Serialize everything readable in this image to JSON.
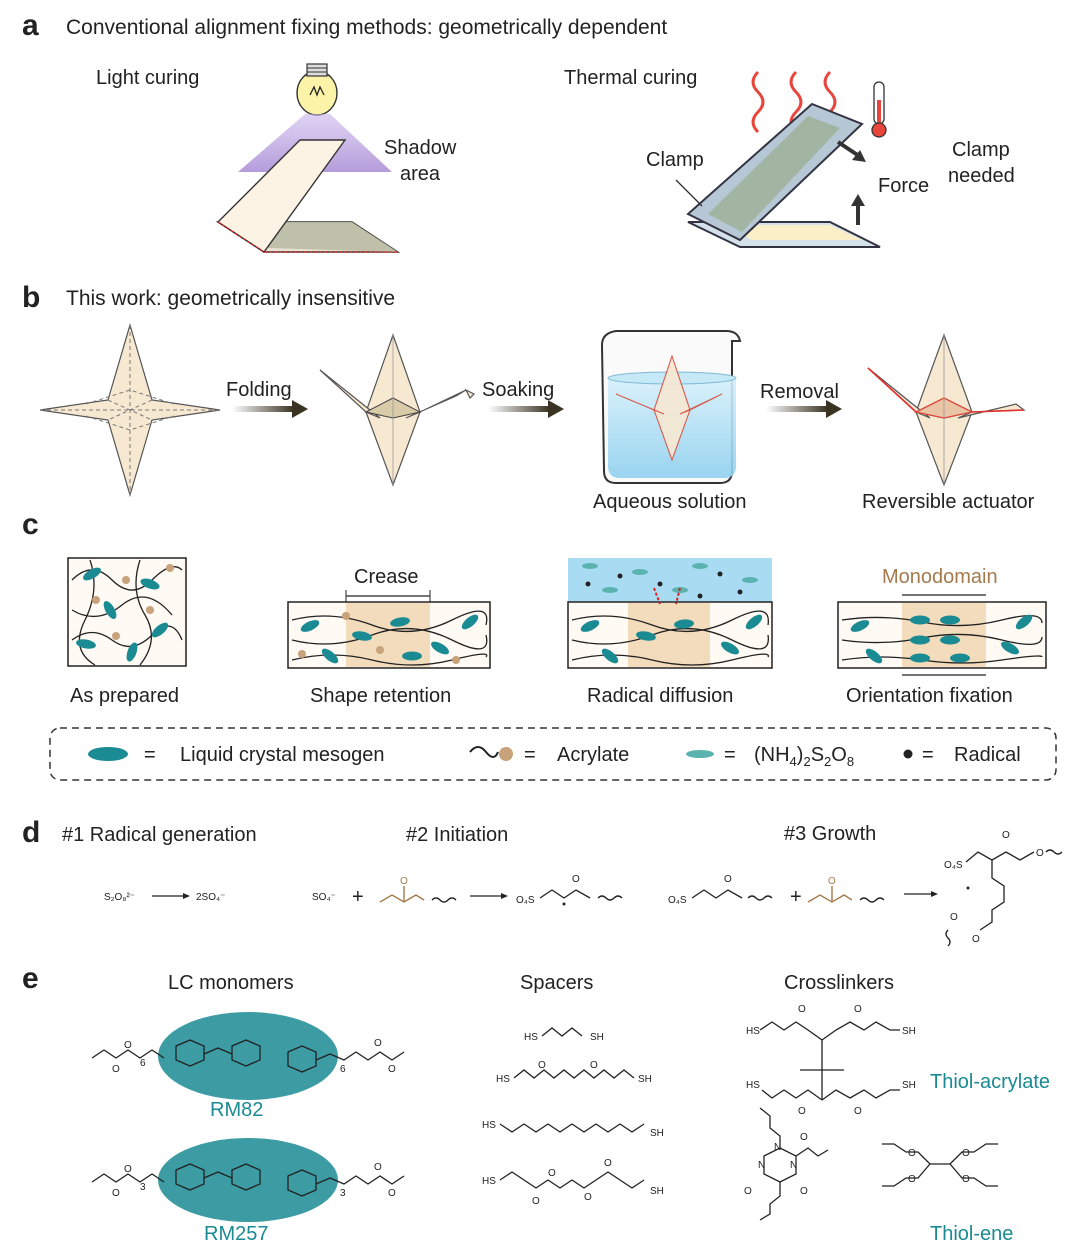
{
  "panels": {
    "a": {
      "letter": "a",
      "title": "Conventional alignment fixing methods: geometrically dependent",
      "light_curing": "Light curing",
      "shadow_area_1": "Shadow",
      "shadow_area_2": "area",
      "thermal_curing": "Thermal curing",
      "clamp": "Clamp",
      "force": "Force",
      "clamp_needed_1": "Clamp",
      "clamp_needed_2": "needed"
    },
    "b": {
      "letter": "b",
      "title": "This work: geometrically insensitive",
      "folding": "Folding",
      "soaking": "Soaking",
      "removal": "Removal",
      "aqueous": "Aqueous solution",
      "actuator": "Reversible actuator"
    },
    "c": {
      "letter": "c",
      "as_prepared": "As prepared",
      "crease": "Crease",
      "shape_retention": "Shape retention",
      "radical_diffusion": "Radical diffusion",
      "monodomain": "Monodomain",
      "orientation_fixation": "Orientation fixation",
      "legend": {
        "eq": "=",
        "mesogen": "Liquid crystal mesogen",
        "acrylate": "Acrylate",
        "persulfate": "(NH",
        "radical": "Radical"
      }
    },
    "d": {
      "letter": "d",
      "step1": "#1 Radical generation",
      "step2": "#2 Initiation",
      "step3": "#3 Growth",
      "s2o8": "S₂O₈²⁻",
      "so4_2": "2SO₄⁻",
      "so4": "SO₄⁻",
      "plus": "+",
      "o4s": "O₄S",
      "o": "O"
    },
    "e": {
      "letter": "e",
      "lc_monomers": "LC monomers",
      "spacers": "Spacers",
      "crosslinkers": "Crosslinkers",
      "rm82": "RM82",
      "rm257": "RM257",
      "thiol_acrylate": "Thiol-acrylate",
      "thiol_ene": "Thiol-ene",
      "sh": "SH",
      "hs": "HS",
      "n": "N",
      "o": "O",
      "sub6": "6",
      "sub3": "3"
    }
  },
  "colors": {
    "teal": "#1a8a93",
    "brown": "#a57a4c",
    "paper": "#f7e8d2",
    "water": "#a9dcf2",
    "red": "#e0332c",
    "purple": "#a78bd4"
  }
}
